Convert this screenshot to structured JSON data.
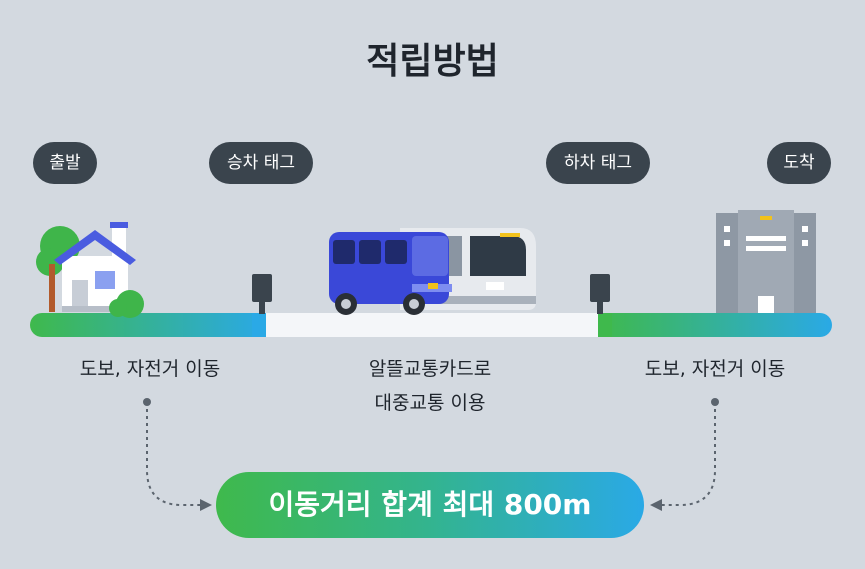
{
  "title": "적립방법",
  "steps": {
    "departure": "출발",
    "board_tag": "승차 태그",
    "alight_tag": "하차 태그",
    "arrival": "도착"
  },
  "captions": {
    "left": "도보, 자전거 이동",
    "middle_line1": "알뜰교통카드로",
    "middle_line2": "대중교통 이용",
    "right": "도보, 자전거 이동"
  },
  "total": "이동거리 합계 최대 800m",
  "colors": {
    "background": "#d3d9e0",
    "pill": "#3a444d",
    "gradient_start": "#3fb94c",
    "gradient_end": "#2aa9e6"
  },
  "icons": [
    "house-icon",
    "bus-icon",
    "train-icon",
    "building-icon",
    "card-reader-icon"
  ]
}
